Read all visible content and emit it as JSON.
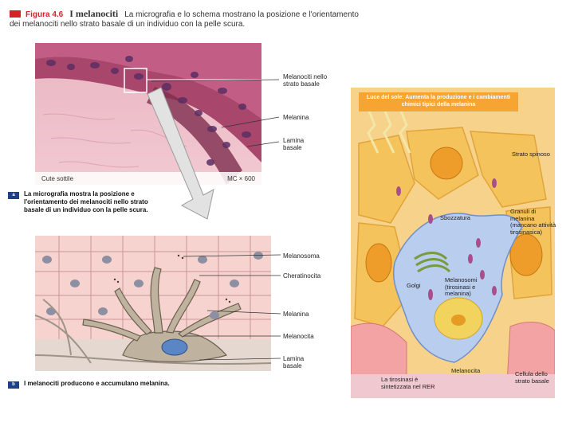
{
  "caption": {
    "figure_number": "Figura 4.6",
    "figure_title": "I melanociti",
    "text": "La micrografia e lo schema mostrano la posizione e l'orientamento dei melanociti nello strato basale di un individuo con la pelle scura."
  },
  "micrograph": {
    "bottom_left": "Cute sottile",
    "bottom_right": "MC × 600",
    "labels": [
      "Melanociti nello strato basale",
      "Melanina",
      "Lamina basale"
    ]
  },
  "panel_a": {
    "tag": "a",
    "text": "La micrografia mostra la posizione e l'orientamento dei melanociti nello strato basale di un individuo con la pelle scura."
  },
  "schematic": {
    "labels": [
      "Melanosoma",
      "Cheratinocita",
      "Melanina",
      "Melanocita",
      "Lamina basale"
    ]
  },
  "panel_b": {
    "tag": "b",
    "text": "I melanociti producono e accumulano melanina."
  },
  "right_figure": {
    "sun_note": "Luce del sole: Aumenta la produzione e i cambiamenti chimici tipici della melanina",
    "labels": {
      "strato_spinoso": "Strato spinoso",
      "sbozzatura": "Sbozzatura",
      "granuli": "Granuli di melanina (mancano attività tirosinasica)",
      "melanosomi": "Melanosomi (tirosinasi e melanina)",
      "golgi": "Golgi",
      "tirosinasi": "La tirosinasi è sintetizzata nel RER",
      "melanocita": "Melanocita",
      "cellula_basale": "Cellula dello strato basale"
    }
  },
  "colors": {
    "accent_red": "#d2232a",
    "panel_tag_blue": "#1f3f87",
    "skin_yellow": "#f4c85a",
    "melanocyte_blue": "#b9cdee"
  }
}
